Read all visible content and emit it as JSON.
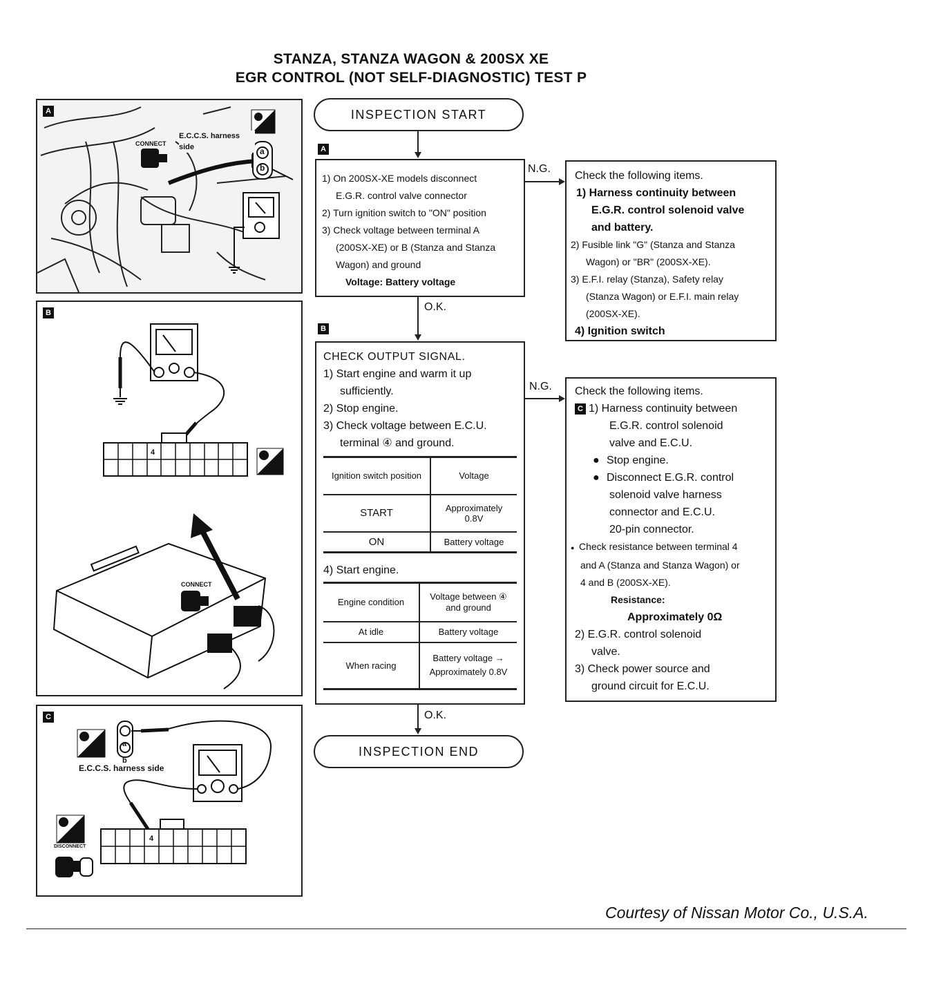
{
  "title": {
    "line1": "STANZA, STANZA WAGON & 200SX XE",
    "line2": "EGR CONTROL (NOT SELF-DIAGNOSTIC) TEST P"
  },
  "illustrations": {
    "a": {
      "label": "A",
      "connect": "CONNECT",
      "harness_side": "E.C.C.S. harness side",
      "terminal_a": "a",
      "terminal_b": "b"
    },
    "b": {
      "label": "B",
      "pin": "4",
      "connect": "CONNECT"
    },
    "c": {
      "label": "C",
      "terminal_a": "a",
      "terminal_b": "b",
      "harness_side": "E.C.C.S. harness side",
      "pin": "4",
      "disconnect": "DISCONNECT"
    }
  },
  "flow": {
    "start": "INSPECTION START",
    "end": "INSPECTION END",
    "ng_label": "N.G.",
    "ok_label": "O.K.",
    "step_a": {
      "label": "A",
      "items": [
        "1) On 200SX-XE models disconnect",
        "E.G.R. control valve connector",
        "2) Turn ignition switch to \"ON\" position",
        "3) Check voltage between terminal A",
        "(200SX-XE) or B (Stanza and Stanza",
        "Wagon) and ground"
      ],
      "spec": "Voltage:  Battery voltage"
    },
    "ng_a": {
      "heading": "Check the following items.",
      "items": [
        "1) Harness continuity between",
        "E.G.R. control solenoid valve",
        "and battery.",
        "2) Fusible link \"G\" (Stanza and Stanza",
        "Wagon) or \"BR\" (200SX-XE).",
        "3) E.F.I. relay (Stanza), Safety relay",
        "(Stanza Wagon) or E.F.I. main relay",
        "(200SX-XE).",
        "4) Ignition switch"
      ]
    },
    "step_b": {
      "label": "B",
      "heading": "CHECK OUTPUT SIGNAL.",
      "items": [
        "1) Start engine and warm it up",
        "sufficiently.",
        "2) Stop engine.",
        "3) Check voltage between E.C.U.",
        "terminal ④ and ground."
      ],
      "table1": {
        "headers": [
          "Ignition switch position",
          "Voltage"
        ],
        "rows": [
          [
            "START",
            "Approximately 0.8V"
          ],
          [
            "ON",
            "Battery voltage"
          ]
        ]
      },
      "item4": "4) Start engine.",
      "table2": {
        "headers": [
          "Engine condition",
          "Voltage between ④ and ground"
        ],
        "rows": [
          [
            "At idle",
            "Battery voltage"
          ],
          [
            "When racing",
            "Battery voltage → Approximately 0.8V"
          ]
        ]
      }
    },
    "ng_b": {
      "heading": "Check the following items.",
      "label": "C",
      "items": [
        "1) Harness continuity between",
        "E.G.R. control solenoid",
        "valve and E.C.U.",
        "Stop engine.",
        "Disconnect E.G.R. control",
        "solenoid valve harness",
        "connector and E.C.U.",
        "20-pin connector.",
        "Check resistance between terminal 4",
        "and A (Stanza and Stanza Wagon) or",
        "4 and B (200SX-XE).",
        "Resistance:",
        "Approximately 0Ω",
        "2) E.G.R. control solenoid",
        "valve.",
        "3) Check power source and",
        "ground circuit for E.C.U."
      ]
    }
  },
  "footer": "Courtesy of Nissan Motor Co., U.S.A."
}
